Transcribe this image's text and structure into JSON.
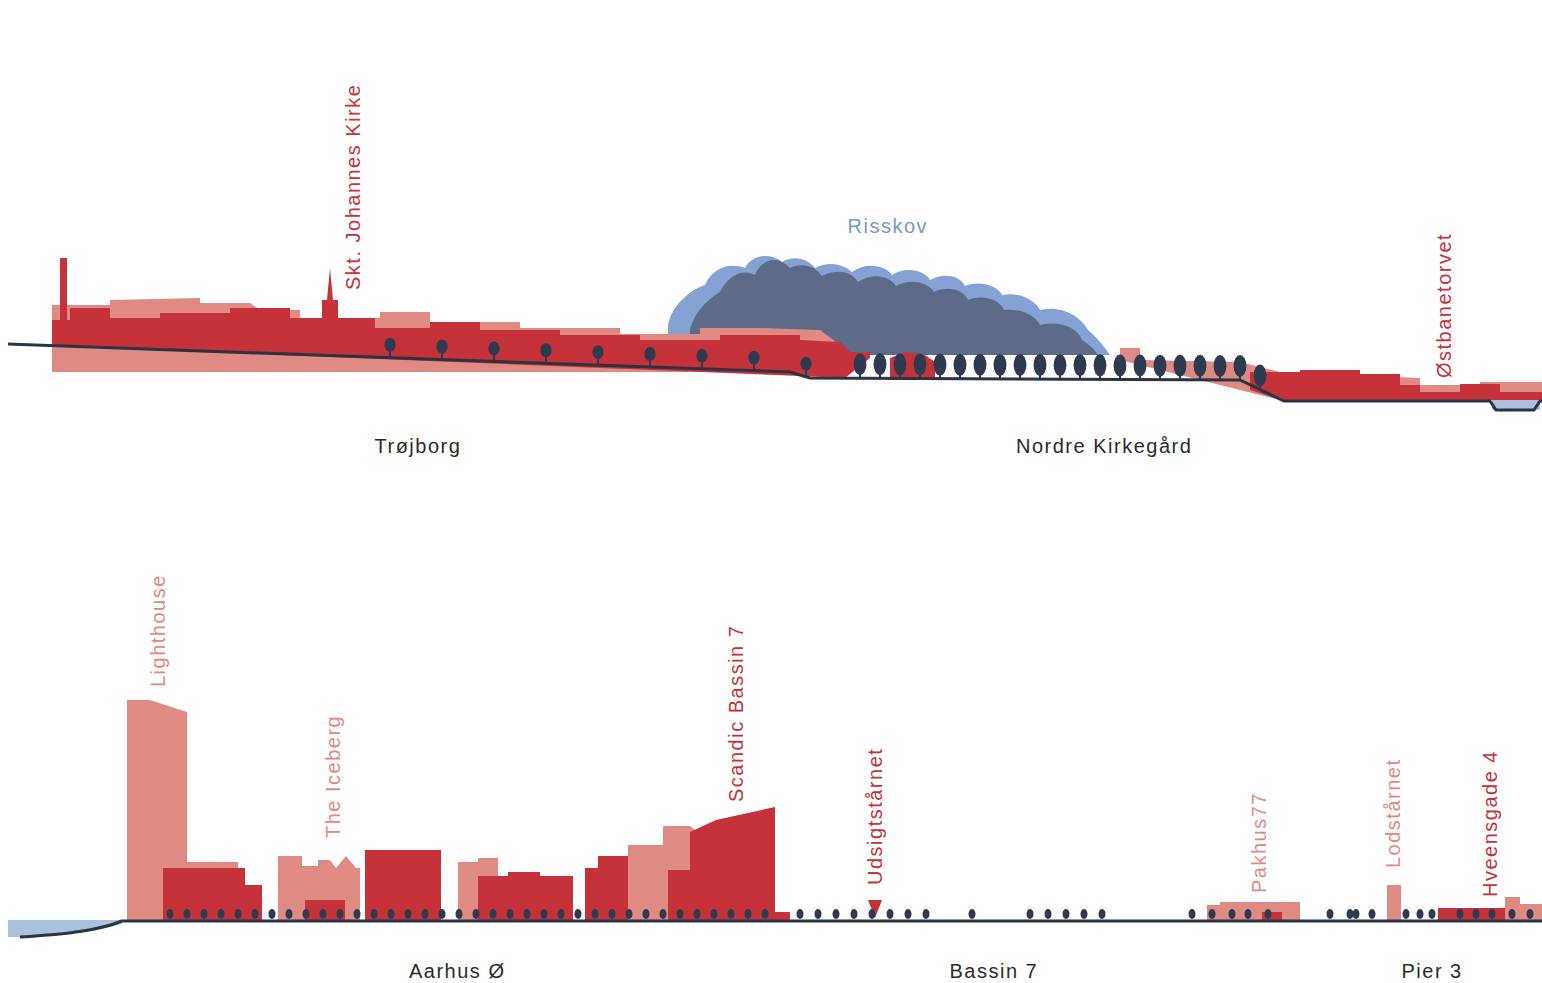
{
  "diagram": {
    "labels": [
      "Skt. Johannes Kirke",
      "Risskov",
      "Østbanetorvet",
      "Trøjborg",
      "Nordre Kirkegård",
      "Lighthouse",
      "The Iceberg",
      "Scandic Bassin 7",
      "Udsigtstårnet",
      "Pakhus77",
      "Lodstårnet",
      "Hveensgade 4",
      "Aarhus Ø",
      "Bassin 7",
      "Pier 3"
    ]
  }
}
